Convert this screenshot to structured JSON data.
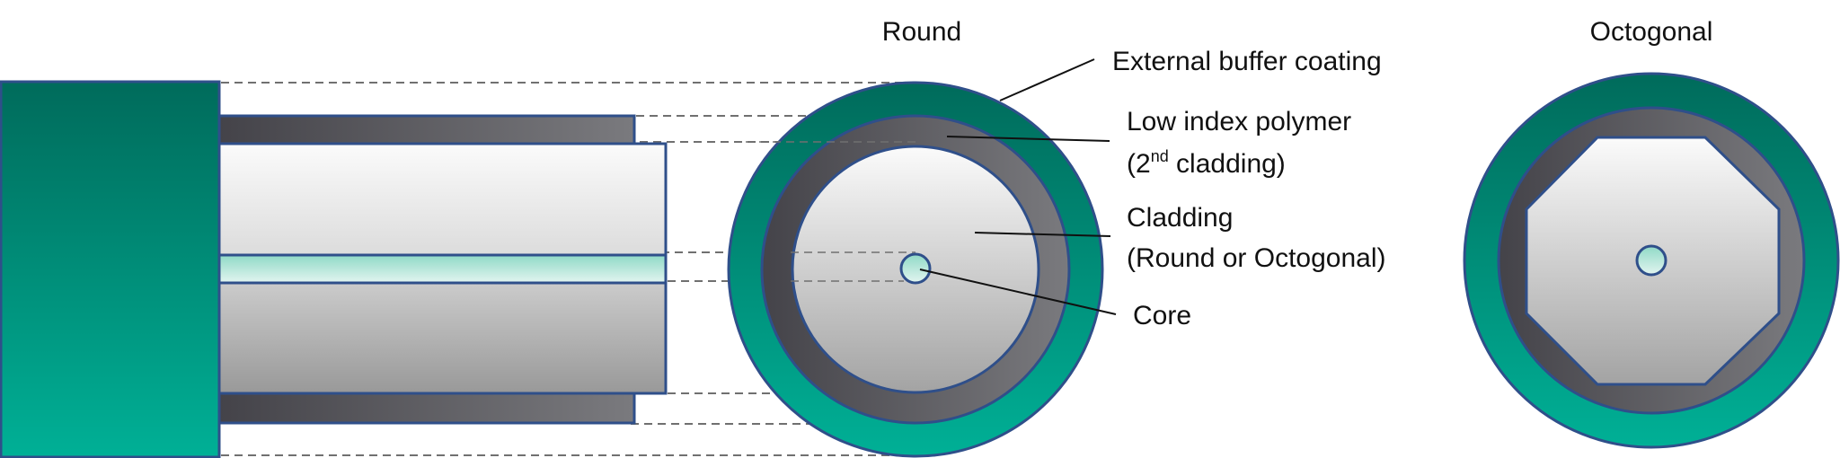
{
  "titles": {
    "round": "Round",
    "octogonal": "Octogonal"
  },
  "labels": {
    "buffer": "External buffer coating",
    "polymer_line1": "Low index polymer",
    "polymer_line2_pre": "(2",
    "polymer_line2_sup": "nd",
    "polymer_line2_post": " cladding)",
    "cladding_line1": "Cladding",
    "cladding_line2": "(Round or Octogonal)",
    "core": "Core"
  },
  "colors": {
    "teal_dark": "#006b5b",
    "teal_light": "#00b096",
    "polymer_dark": "#444349",
    "polymer_light": "#78787c",
    "cladding_light": "#fafafa",
    "cladding_dark": "#9c9c9c",
    "core_top": "#8fd9c6",
    "core_bottom": "#e3f5f0",
    "outline": "#2f4f8a",
    "dash": "#707070",
    "leader": "#111111"
  }
}
